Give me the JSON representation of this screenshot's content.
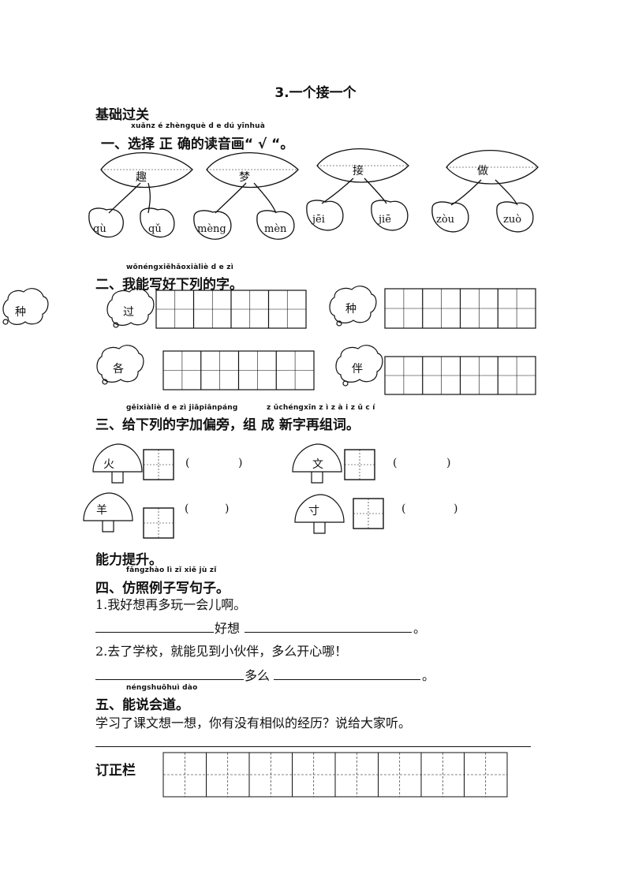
{
  "title": "3.一个接一个",
  "section_basic": "基础过关",
  "q1": {
    "pinyin": "xuǎnz é zhèngquè d e dú yīnhuà",
    "heading": "一、选择 正 确的读音画“ √ “。",
    "items": [
      {
        "char": "趣",
        "left": "qù",
        "right": "qǔ"
      },
      {
        "char": "梦",
        "left": "mèng",
        "right": "mèn"
      },
      {
        "char": "接",
        "left": "jēi",
        "right": "jiē"
      },
      {
        "char": "做",
        "left": "zòu",
        "right": "zuò"
      }
    ]
  },
  "q2": {
    "pinyin": "wǒnéngxiěhǎoxiàliè d e zì",
    "heading": "二、我能写好下列的字。",
    "margin_char": "种",
    "chars": [
      "过",
      "种",
      "各",
      "伴"
    ]
  },
  "q3": {
    "pinyin_a": "gěixiàliè d e zì jiāpiānpáng",
    "pinyin_b": "z ǔchéngxīn z ì z à i z ǔ c í",
    "heading": "三、给下列的字加偏旁，组 成 新字再组词。",
    "chars": [
      "火",
      "文",
      "羊",
      "寸"
    ],
    "paren_open": "(",
    "paren_close": ")"
  },
  "section_ability": "能力提升。",
  "q4": {
    "pinyin": "fǎngzhào lì  zǐ  xiě jù  zǐ",
    "heading": "四、仿照例子写句子。",
    "ex1": "1.我好想再多玩一会儿啊。",
    "fill1_word": "好想",
    "ex2": "2.去了学校，就能见到小伙伴，多么开心哪！",
    "fill2_word": "多么",
    "period": "。"
  },
  "q5": {
    "pinyin": "néngshuōhuì dào",
    "heading": "五、能说会道。",
    "prompt": "学习了课文想一想，你有没有相似的经历？说给大家听。"
  },
  "correction": {
    "label": "订正栏"
  }
}
